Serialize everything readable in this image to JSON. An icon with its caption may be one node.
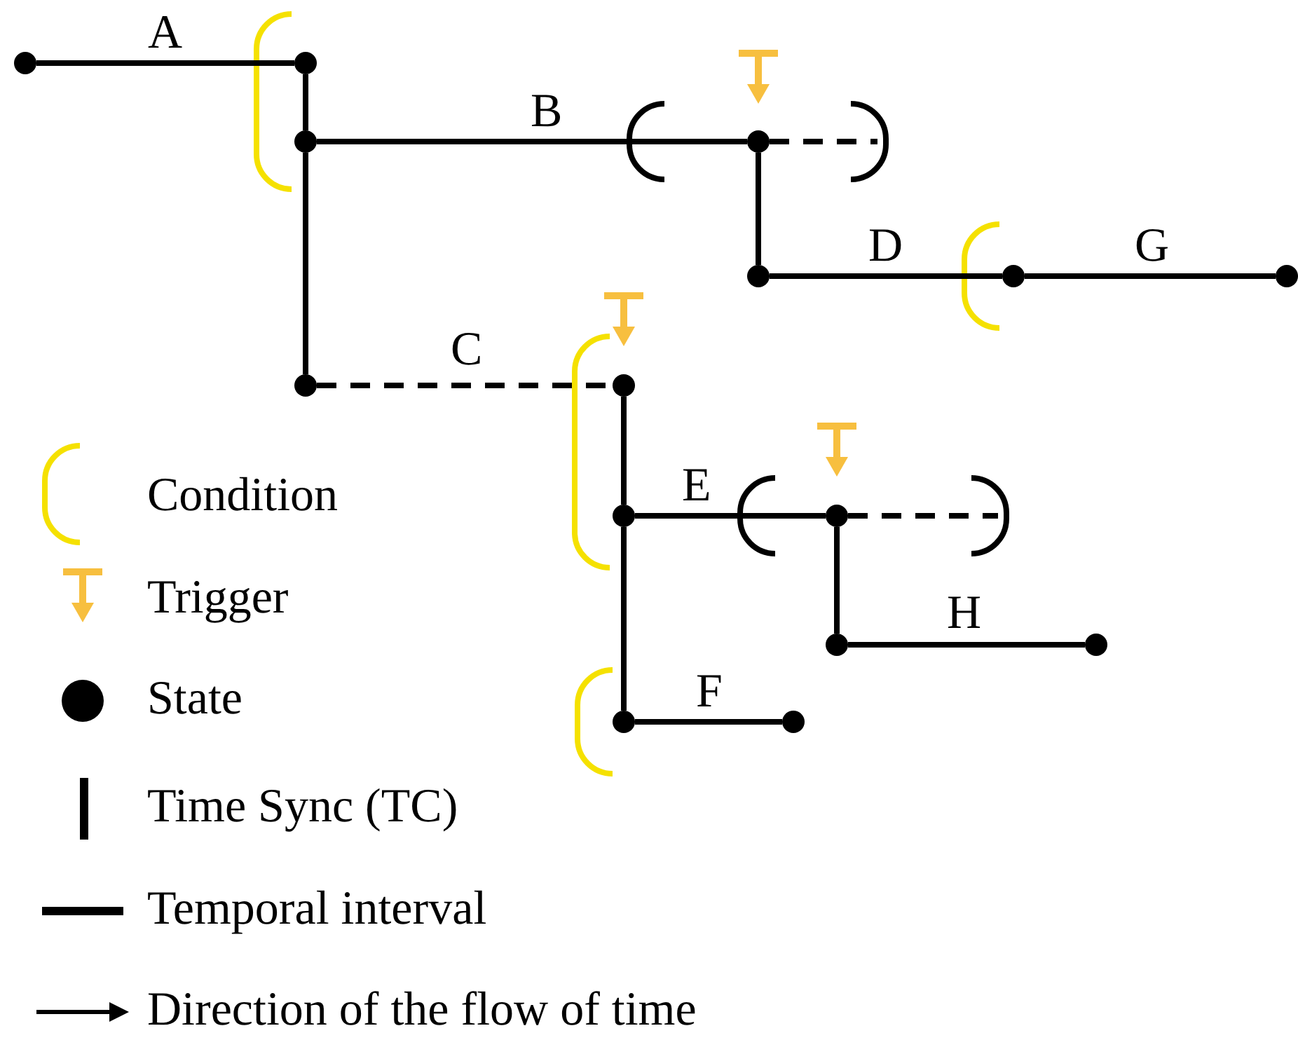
{
  "diagram": {
    "nodes": [
      {
        "text": [],
        "shape": "circle"
      },
      {
        "text": [],
        "shape": "circle"
      },
      {
        "text": [],
        "shape": "circle"
      },
      {
        "text": [],
        "shape": "circle"
      },
      {
        "text": [],
        "shape": "circle"
      },
      {
        "text": [],
        "shape": "circle"
      },
      {
        "text": [],
        "shape": "circle"
      },
      {
        "text": [],
        "shape": "circle"
      },
      {
        "text": [],
        "shape": "circle"
      },
      {
        "text": [],
        "shape": "circle"
      },
      {
        "text": [],
        "shape": "circle"
      },
      {
        "text": [],
        "shape": "circle"
      },
      {
        "text": [],
        "shape": "circle"
      },
      {
        "text": [],
        "shape": "circle"
      },
      {
        "text": [],
        "shape": "circle"
      }
    ],
    "edges": [
      {
        "from": 0,
        "to": 1,
        "arrow": "none",
        "label": "A"
      },
      {
        "from": 1,
        "to": 2,
        "arrow": "none"
      },
      {
        "from": 2,
        "to": 3,
        "arrow": "none"
      },
      {
        "from": 2,
        "to": 4,
        "arrow": "none",
        "label": "B"
      },
      {
        "from": 3,
        "to": 8,
        "arrow": "none",
        "label": "C",
        "style": "dashed"
      },
      {
        "from": 4,
        "to": 5,
        "arrow": "none"
      },
      {
        "from": 5,
        "to": 6,
        "arrow": "none",
        "label": "D"
      },
      {
        "from": 6,
        "to": 7,
        "arrow": "none",
        "label": "G"
      },
      {
        "from": 8,
        "to": 9,
        "arrow": "none"
      },
      {
        "from": 9,
        "to": 10,
        "arrow": "none"
      },
      {
        "from": 9,
        "to": 12,
        "arrow": "none",
        "label": "E"
      },
      {
        "from": 12,
        "to": 13,
        "arrow": "none"
      },
      {
        "from": 13,
        "to": 14,
        "arrow": "none",
        "label": "H"
      },
      {
        "from": 10,
        "to": 11,
        "arrow": "none",
        "label": "F"
      }
    ],
    "legend": [
      {
        "text": "Condition"
      },
      {
        "text": "Trigger"
      },
      {
        "text": "State"
      },
      {
        "text": "Time Sync (TC)"
      },
      {
        "text": "Temporal interval"
      },
      {
        "text": "Direction of the flow of time"
      }
    ]
  }
}
